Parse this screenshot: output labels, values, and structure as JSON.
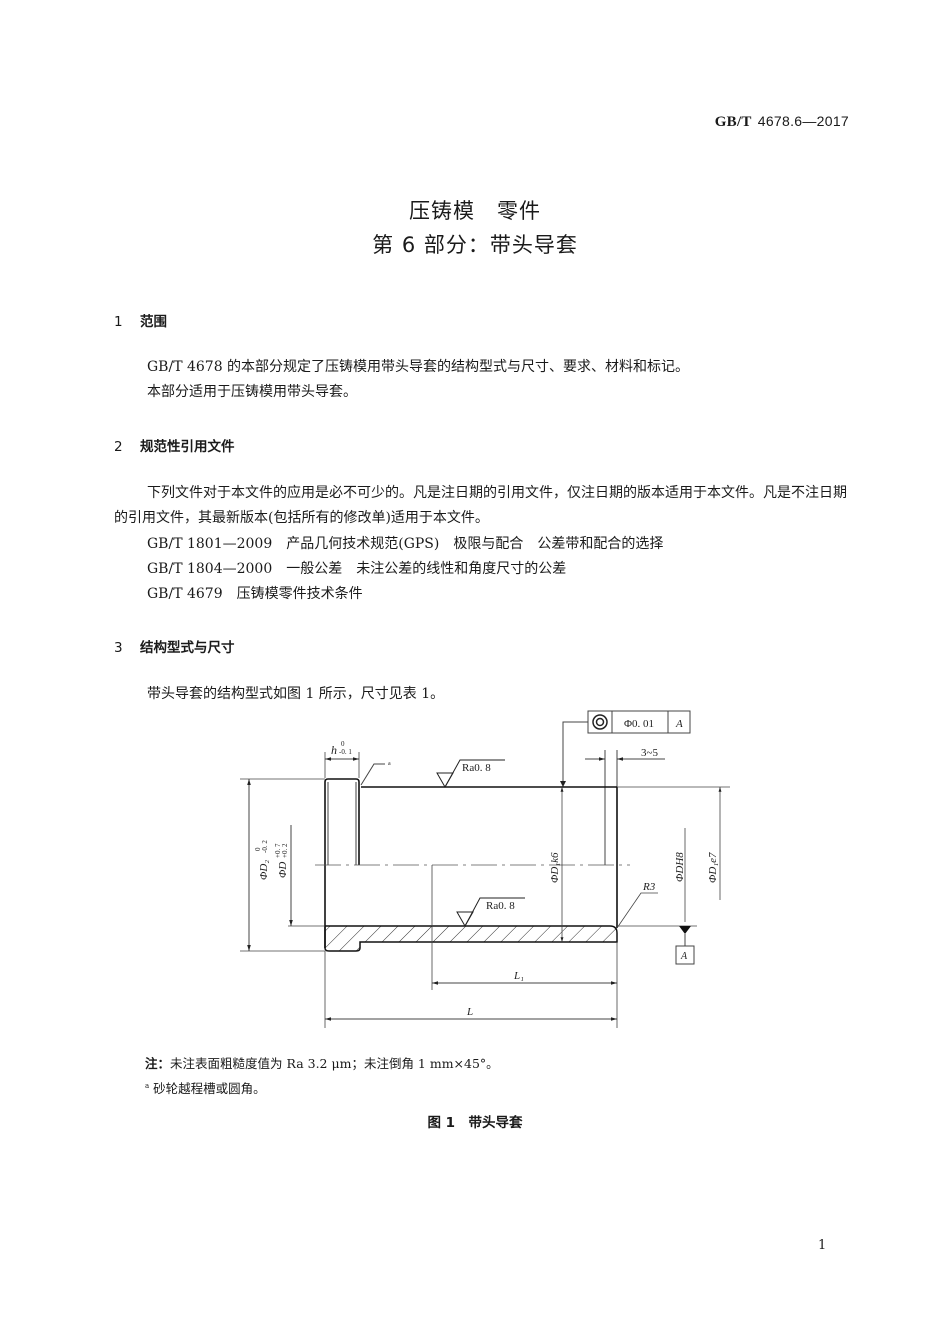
{
  "header": {
    "standard_prefix": "GB/T",
    "standard_number": "4678.6—2017"
  },
  "title": {
    "line1": "压铸模　零件",
    "line2": "第 6 部分：带头导套"
  },
  "sections": [
    {
      "number": "1",
      "heading": "范围",
      "paragraphs": [
        "GB/T 4678 的本部分规定了压铸模用带头导套的结构型式与尺寸、要求、材料和标记。",
        "本部分适用于压铸模用带头导套。"
      ]
    },
    {
      "number": "2",
      "heading": "规范性引用文件",
      "paragraphs": [
        "下列文件对于本文件的应用是必不可少的。凡是注日期的引用文件，仅注日期的版本适用于本文件。凡是不注日期的引用文件，其最新版本(包括所有的修改单)适用于本文件。"
      ],
      "references": [
        "GB/T 1801—2009　产品几何技术规范(GPS)　极限与配合　公差带和配合的选择",
        "GB/T 1804—2000　一般公差　未注公差的线性和角度尺寸的公差",
        "GB/T 4679　压铸模零件技术条件"
      ]
    },
    {
      "number": "3",
      "heading": "结构型式与尺寸",
      "paragraphs": [
        "带头导套的结构型式如图 1 所示，尺寸见表 1。"
      ]
    }
  ],
  "figure": {
    "tolerance_frame": {
      "symbol": "concentricity-icon",
      "value": "Φ0. 01",
      "datum": "A"
    },
    "labels": {
      "head_thickness": "h",
      "head_thickness_tol_upper": "0",
      "head_thickness_tol_lower": "-0. 1",
      "groove_note_marker": "a",
      "roughness_outer": "Ra0. 8",
      "roughness_inner": "Ra0. 8",
      "range_3_5": "3~5",
      "d2": "ΦD₂",
      "d2_tol_upper": "0",
      "d2_tol_lower": "-0. 2",
      "d_counterbore": "ΦD",
      "d_counterbore_tol_upper": "+0. 7",
      "d_counterbore_tol_lower": "+0. 2",
      "d1_k6": "ΦD₁k6",
      "d_h8": "ΦDH8",
      "d1_e7": "ΦD₁e7",
      "radius": "R3",
      "datum": "A",
      "l1": "L₁",
      "l": "L"
    },
    "note_label": "注：",
    "note_text": "未注表面粗糙度值为 Ra 3.2 μm；未注倒角 1 mm×45°。",
    "footnote_marker": "a",
    "footnote_text": "砂轮越程槽或圆角。",
    "caption": "图 1　带头导套"
  },
  "footer": {
    "page_number": "1"
  }
}
